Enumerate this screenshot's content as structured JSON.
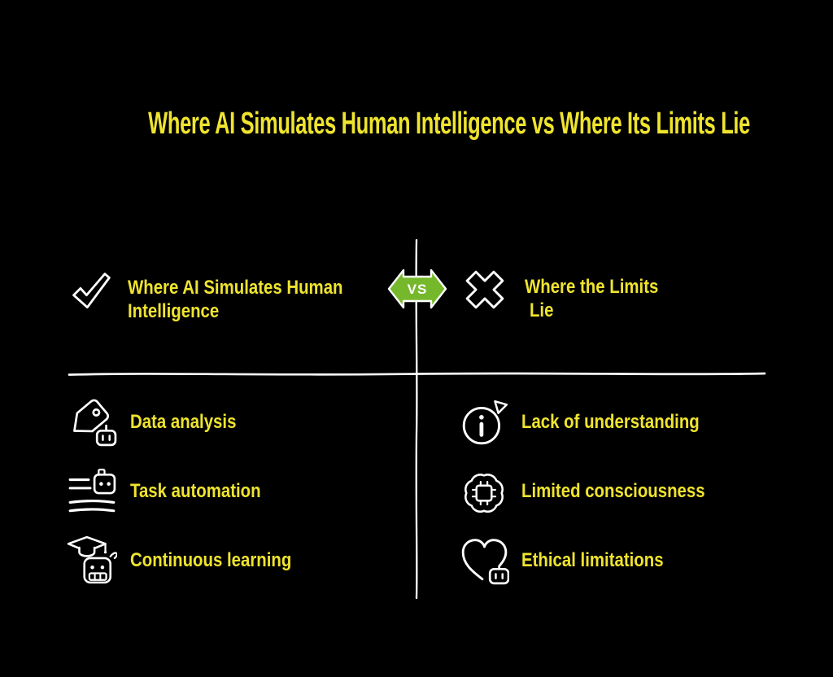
{
  "title": "Where AI Simulates Human Intelligence vs Where Its Limits Lie",
  "colors": {
    "background": "#000000",
    "text_yellow": "#EFE42E",
    "badge_green": "#76B82C",
    "line_white": "#FFFFFF"
  },
  "divider": {
    "vs_label": "VS"
  },
  "left": {
    "icon": "checkmark-icon",
    "heading_line1": "Where AI Simulates Human",
    "heading_line2": "Intelligence",
    "items": [
      {
        "icon": "tag-robot-icon",
        "label": "Data analysis"
      },
      {
        "icon": "task-list-robot-icon",
        "label": "Task automation"
      },
      {
        "icon": "graduation-robot-icon",
        "label": "Continuous learning"
      }
    ]
  },
  "right": {
    "icon": "cross-icon",
    "heading_line1": "Where the Limits",
    "heading_line2": "Lie",
    "items": [
      {
        "icon": "info-alert-icon",
        "label": "Lack of understanding"
      },
      {
        "icon": "brain-chip-icon",
        "label": "Limited consciousness"
      },
      {
        "icon": "heart-robot-icon",
        "label": "Ethical limitations"
      }
    ]
  }
}
